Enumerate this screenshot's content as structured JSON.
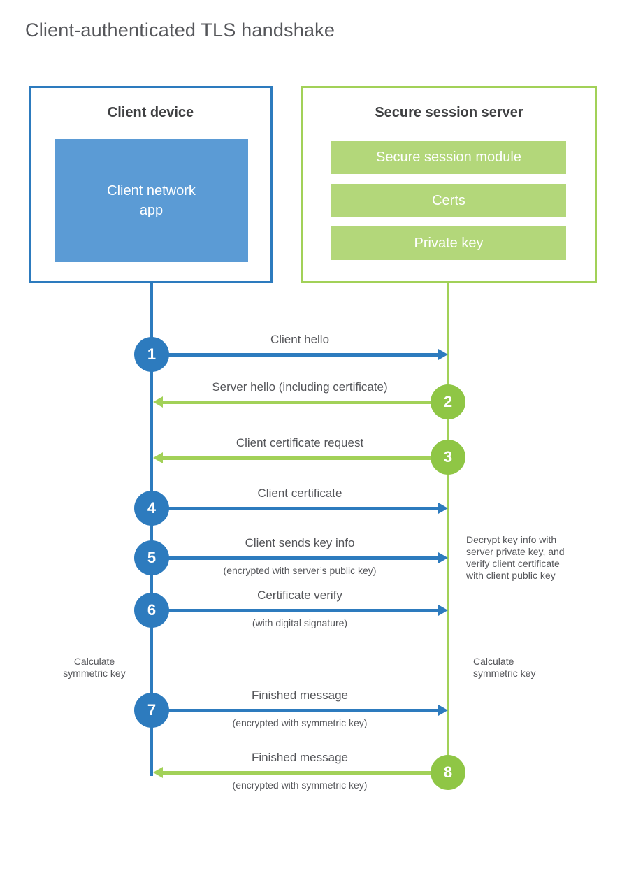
{
  "title": "Client-authenticated TLS handshake",
  "colors": {
    "blue_accent": "#2d7bbe",
    "blue_fill": "#5b9bd5",
    "green_circle": "#8fc645",
    "green_line": "#a2d158",
    "green_bar": "#b3d77a",
    "text_gray": "#55565a",
    "heading_gray": "#3f4042"
  },
  "client_box": {
    "title": "Client device",
    "app_label": "Client network\napp"
  },
  "server_box": {
    "title": "Secure session server",
    "modules": [
      {
        "label": "Secure session module"
      },
      {
        "label": "Certs"
      },
      {
        "label": "Private key"
      }
    ]
  },
  "messages": [
    {
      "number": "1",
      "from": "client",
      "label": "Client hello",
      "sublabel": ""
    },
    {
      "number": "2",
      "from": "server",
      "label": "Server hello (including certificate)",
      "sublabel": ""
    },
    {
      "number": "3",
      "from": "server",
      "label": "Client certificate request",
      "sublabel": ""
    },
    {
      "number": "4",
      "from": "client",
      "label": "Client certificate",
      "sublabel": ""
    },
    {
      "number": "5",
      "from": "client",
      "label": "Client sends key info",
      "sublabel": "(encrypted with server’s public key)"
    },
    {
      "number": "6",
      "from": "client",
      "label": "Certificate verify",
      "sublabel": "(with digital signature)"
    },
    {
      "number": "7",
      "from": "client",
      "label": "Finished message",
      "sublabel": "(encrypted with symmetric key)"
    },
    {
      "number": "8",
      "from": "server",
      "label": "Finished message",
      "sublabel": "(encrypted with symmetric key)"
    }
  ],
  "annotations": {
    "decrypt_note": "Decrypt key info with server private key, and verify client certificate with client public key",
    "calculate_left": "Calculate symmetric key",
    "calculate_right": "Calculate symmetric key"
  }
}
